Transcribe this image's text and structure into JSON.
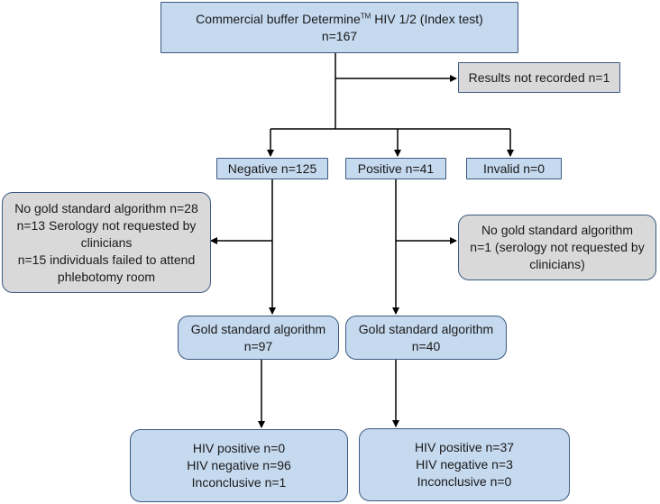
{
  "index_test": {
    "prefix": "Commercial buffer Determine",
    "superscript": "TM",
    "suffix": " HIV 1/2 (Index test)",
    "count": "n=167"
  },
  "results_not_recorded": "Results not recorded n=1",
  "negative": "Negative n=125",
  "positive": "Positive n=41",
  "invalid": "Invalid n=0",
  "no_gold_left": {
    "line1": "No gold standard algorithm n=28",
    "line2": "n=13 Serology not requested by",
    "line3": "clinicians",
    "line4": "n=15 individuals failed to attend",
    "line5": "phlebotomy room"
  },
  "no_gold_right": {
    "line1": "No gold standard algorithm",
    "line2": "n=1 (serology not requested by",
    "line3": "clinicians)"
  },
  "gold_left": {
    "title": "Gold standard algorithm",
    "count": "n=97"
  },
  "gold_right": {
    "title": "Gold standard algorithm",
    "count": "n=40"
  },
  "outcome_left": {
    "positive": "HIV positive n=0",
    "negative": "HIV negative n=96",
    "inconclusive": "Inconclusive n=1"
  },
  "outcome_right": {
    "positive": "HIV positive n=37",
    "negative": "HIV negative n=3",
    "inconclusive": "Inconclusive n=0"
  },
  "colors": {
    "blue_box": "#c5d9ef",
    "grey_box": "#d9d9d9",
    "border": "#3c5a80",
    "arrow": "#000000"
  }
}
